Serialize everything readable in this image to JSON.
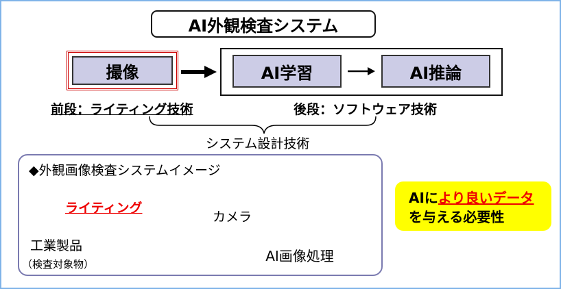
{
  "title": "AI外観検査システム",
  "stages": {
    "capture": "撮像",
    "learning": "AI学習",
    "inference": "AI推論"
  },
  "phases": {
    "front": "前段：ライティング技術",
    "back": "後段：ソフトウェア技術"
  },
  "system_design": "システム設計技術",
  "image_panel": {
    "title": "◆外観画像検査システムイメージ",
    "lighting": "ライティング",
    "camera": "カメラ",
    "product": "工業製品",
    "product_note": "（検査対象物）",
    "processing": "AI画像処理"
  },
  "callout": {
    "prefix": "AIに",
    "highlight": "より良いデータ",
    "line2": "を与える必要性"
  },
  "colors": {
    "frame_border": "#7fb3e8",
    "stage_fill": "#cccce6",
    "highlight_red": "#ee0000",
    "callout_bg": "#ffff00",
    "ring_yellow": "#ffff66"
  }
}
